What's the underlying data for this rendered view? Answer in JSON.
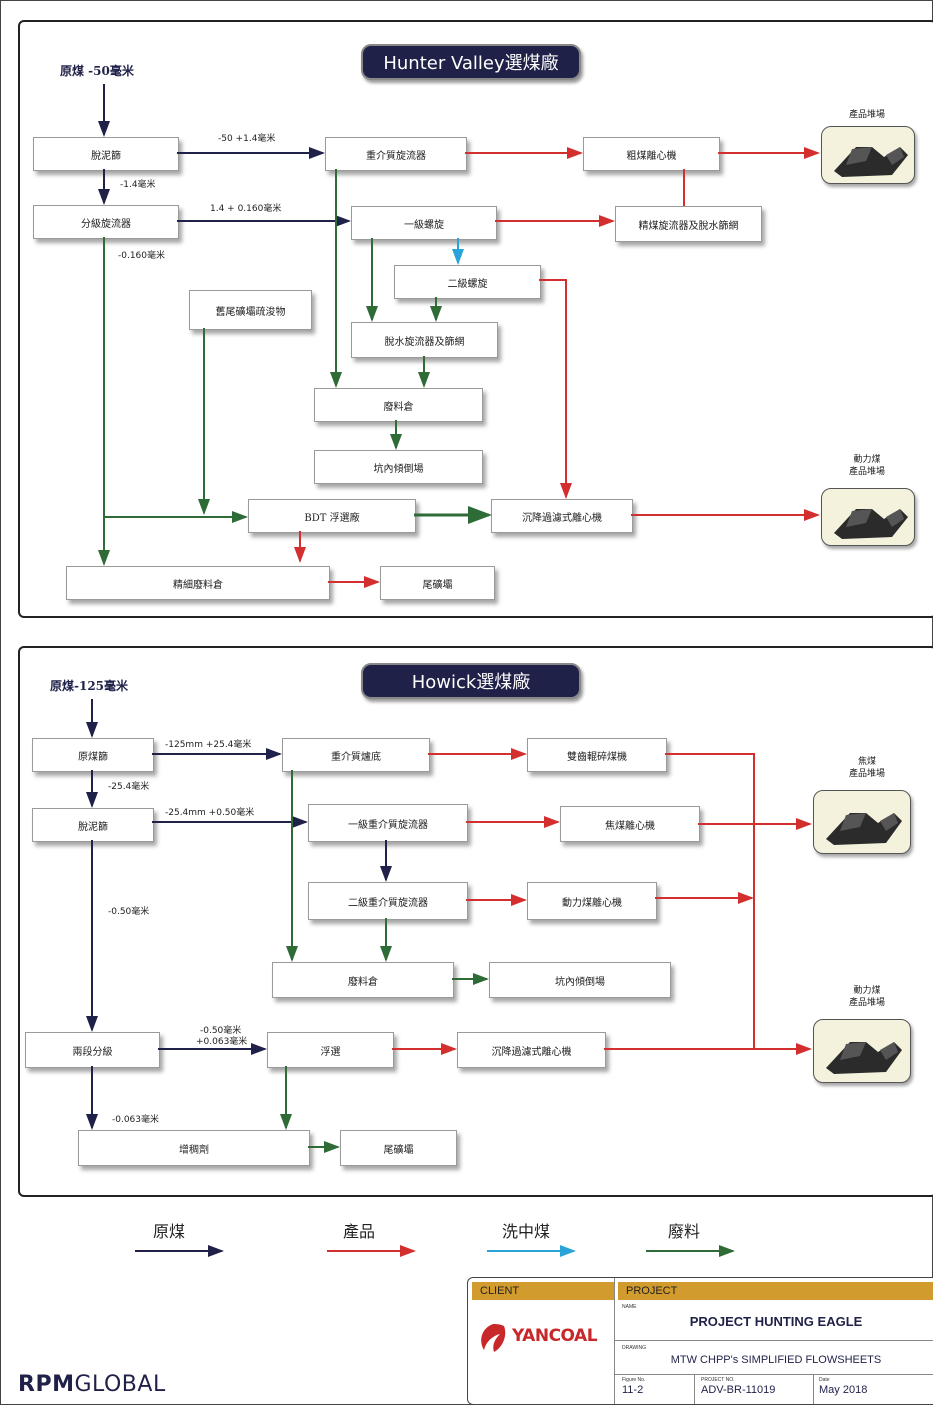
{
  "hunter_valley": {
    "title": "Hunter Valley選煤廠",
    "feed": "原煤 -50毫米",
    "nodes": {
      "deslime_screen": "脫泥篩",
      "classifying_cyclone": "分級旋流器",
      "dm_cyclone": "重介質旋流器",
      "coarse_centrifuge": "粗煤離心機",
      "fine_cyclone_screen": "精煤旋流器及脫水篩網",
      "primary_spiral": "一級螺旋",
      "secondary_spiral": "二級螺旋",
      "old_tailings_dredge": "舊尾礦壩疏浚物",
      "dewater_cyclone_screen": "脫水旋流器及篩網",
      "reject_bin": "廢料倉",
      "pit_dump": "坑內傾倒場",
      "bdt_flotation": "BDT 浮選廠",
      "screen_bowl_centrifuge": "沉降過濾式離心機",
      "fine_reject_bin": "精細廢料倉",
      "tailings_dam": "尾礦壩"
    },
    "labels": {
      "l1": "-50 +1.4毫米",
      "l2": "-1.4毫米",
      "l3": "1.4 + 0.160毫米",
      "l4": "-0.160毫米"
    },
    "stockpiles": {
      "product": "產品堆場",
      "thermal_line1": "動力煤",
      "thermal_line2": "產品堆場"
    }
  },
  "howick": {
    "title": "Howick選煤廠",
    "feed": "原煤-125毫米",
    "nodes": {
      "raw_screen": "原煤篩",
      "deslime_screen": "脫泥篩",
      "dm_bath": "重介質爐底",
      "double_roll_crusher": "雙齒輥碎煤機",
      "primary_dm_cyclone": "一級重介質旋流器",
      "coking_centrifuge": "焦煤離心機",
      "secondary_dm_cyclone": "二級重介質旋流器",
      "thermal_centrifuge": "動力煤離心機",
      "reject_bin": "廢料倉",
      "pit_dump": "坑內傾倒場",
      "two_stage_classify": "兩段分級",
      "flotation": "浮選",
      "screen_bowl_centrifuge": "沉降過濾式離心機",
      "thickener": "增稠劑",
      "tailings_dam": "尾礦壩"
    },
    "labels": {
      "l1": "-125mm +25.4毫米",
      "l2": "-25.4毫米",
      "l3": "-25.4mm +0.50毫米",
      "l4": "-0.50毫米",
      "l5a": "-0.50毫米",
      "l5b": "+0.063毫米",
      "l6": "-0.063毫米"
    },
    "stockpiles": {
      "coking_line1": "焦煤",
      "coking_line2": "產品堆場",
      "thermal_line1": "動力煤",
      "thermal_line2": "產品堆場"
    }
  },
  "legend": {
    "raw": "原煤",
    "product": "產品",
    "middlings": "洗中煤",
    "reject": "廢料",
    "colors": {
      "raw": "#1f2148",
      "product": "#d32f2f",
      "middlings": "#2aa3d8",
      "reject": "#2e6b36"
    }
  },
  "title_block": {
    "client_label": "CLIENT",
    "client_logo": "YANCOAL",
    "project_label": "PROJECT",
    "name_label": "NAME",
    "project_name": "PROJECT HUNTING EAGLE",
    "drawing_label": "DRAWING",
    "drawing_name": "MTW CHPP's SIMPLIFIED FLOWSHEETS",
    "figure_label": "Figure No.",
    "figure_no": "11-2",
    "project_no_label": "PROJECT No.",
    "project_no": "ADV-BR-11019",
    "date_label": "Date",
    "date": "May 2018"
  },
  "brand": {
    "rpm": "RPM",
    "global": "GLOBAL"
  }
}
